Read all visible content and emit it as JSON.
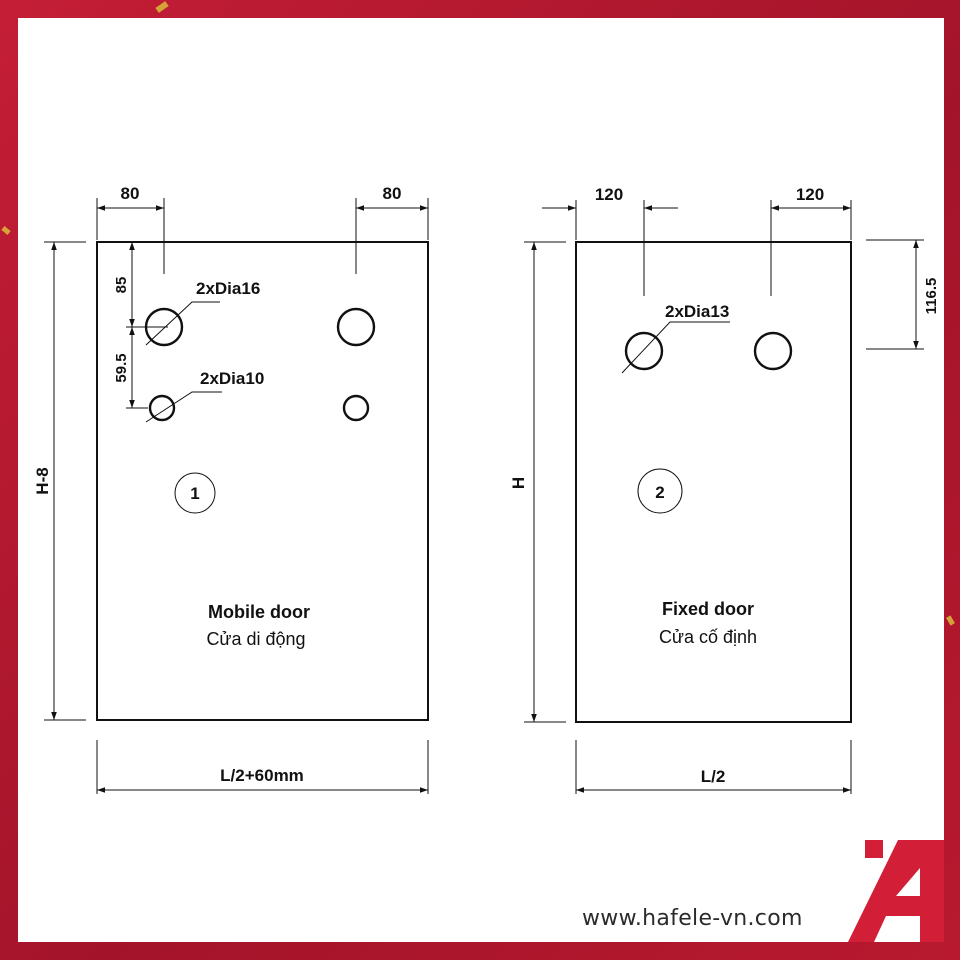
{
  "colors": {
    "frame": "#b5172f",
    "paper": "#ffffff",
    "ink": "#111111",
    "logo_red": "#d21f37"
  },
  "mobile_door": {
    "dim_left_offset": "80",
    "dim_right_offset": "80",
    "dim_height": "H-8",
    "dim_top_hole": "85",
    "dim_hole_spacing": "59.5",
    "label_large_holes": "2xDia16",
    "label_small_holes": "2xDia10",
    "part_number": "1",
    "title_en": "Mobile door",
    "title_vi": "Cửa di động",
    "dim_width": "L/2+60mm"
  },
  "fixed_door": {
    "dim_left_offset": "120",
    "dim_right_offset": "120",
    "dim_height": "H",
    "dim_top_hole": "116.5",
    "label_holes": "2xDia13",
    "part_number": "2",
    "title_en": "Fixed door",
    "title_vi": "Cửa cố định",
    "dim_width": "L/2"
  },
  "footer": {
    "website": "www.hafele-vn.com",
    "logo_icon": "hafele-logo-icon"
  }
}
